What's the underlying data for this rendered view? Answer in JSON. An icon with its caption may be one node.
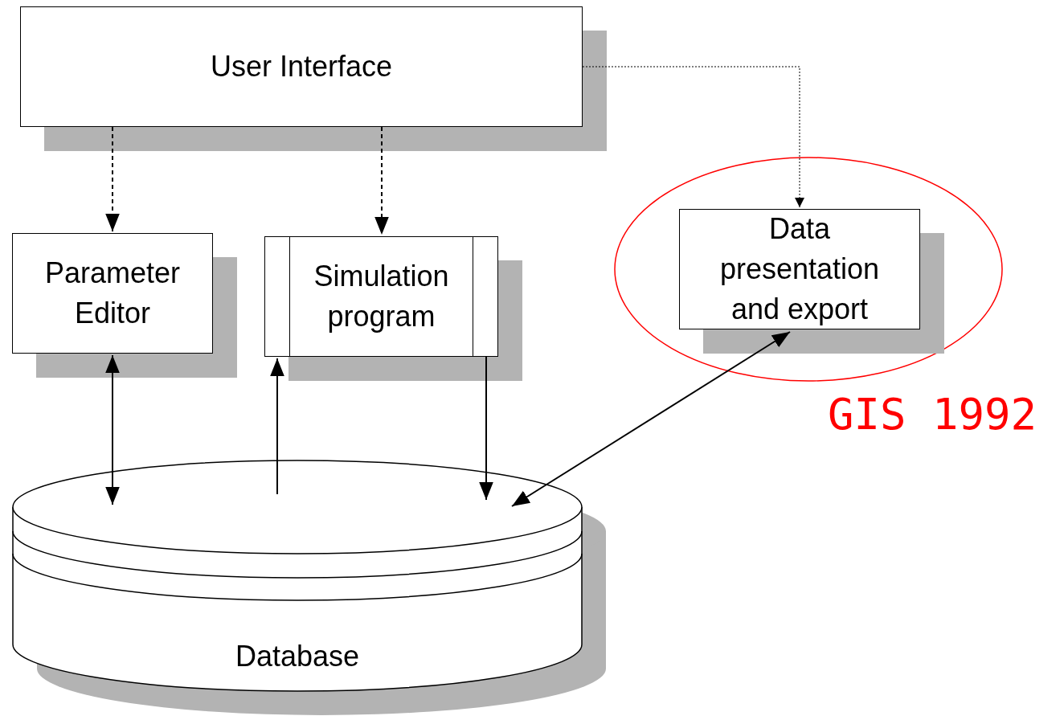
{
  "diagram": {
    "nodes": [
      {
        "text": [
          "User Interface"
        ]
      },
      {
        "text": [
          "Parameter Editor"
        ]
      },
      {
        "text": [
          "Simulation program"
        ]
      },
      {
        "text": [],
        "shape": "circle",
        "beside": [
          "GIS 1992"
        ]
      },
      {
        "text": [
          "Data presentation and export"
        ],
        "in": 3
      },
      {
        "text": [
          "Database"
        ]
      }
    ],
    "edges": [
      {
        "from": 0,
        "to": 1,
        "arrow": "to",
        "style": "dashed"
      },
      {
        "from": 0,
        "to": 2,
        "arrow": "to",
        "style": "dashed"
      },
      {
        "from": 0,
        "to": 4,
        "arrow": "to",
        "style": "dashed"
      },
      {
        "from": 1,
        "to": 5,
        "arrow": "both"
      },
      {
        "from": 5,
        "to": 2,
        "arrow": "to"
      },
      {
        "from": 2,
        "to": 5,
        "arrow": "to"
      },
      {
        "from": 4,
        "to": 5,
        "arrow": "both"
      }
    ]
  }
}
